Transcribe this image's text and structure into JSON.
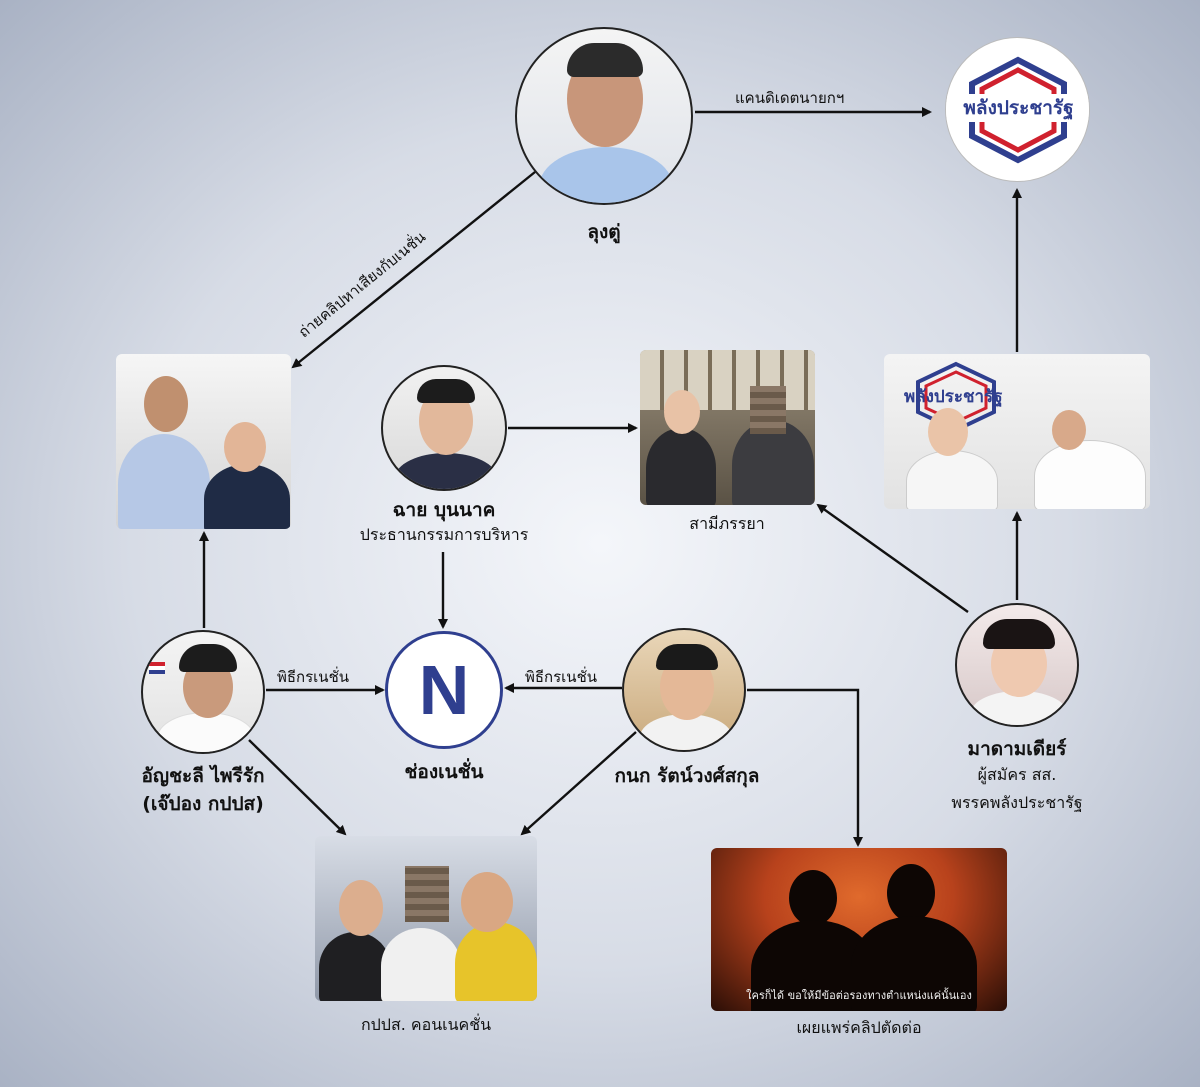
{
  "nodes": {
    "prayut": {
      "name": "ลุงตู่"
    },
    "pprp": {
      "logo_text": "พลังประชารัฐ"
    },
    "chai": {
      "name": "ฉาย บุนนาค",
      "role": "ประธานกรรมการบริหาร"
    },
    "couple": {
      "caption": "สามีภรรยา"
    },
    "madam": {
      "name": "มาดามเดียร์",
      "role_line1": "ผู้สมัคร สส.",
      "role_line2": "พรรคพลังประชารัฐ"
    },
    "nation": {
      "logo_letter": "N",
      "name": "ช่องเนชั่น"
    },
    "anchalee": {
      "name_line1": "อัญชะลี ไพรีรัก",
      "name_line2": "(เจ๊ปอง กปปส)"
    },
    "kanok": {
      "name": "กนก รัตน์วงศ์สกุล"
    },
    "connection": {
      "caption": "กปปส. คอนเนคชั่น"
    },
    "clip": {
      "subtitle": "ใครก็ได้ ขอให้มีข้อต่อรองทางตำแหน่งแค่นั้นเอง",
      "caption": "เผยแพร่คลิปตัดต่อ"
    }
  },
  "edges": {
    "candidate_pm": "แคนดิเดตนายกฯ",
    "clip_talk": "ถ่ายคลิปหาเสียงกับเนชั่น",
    "host_left": "พิธีกรเนชั่น",
    "host_right": "พิธีกรเนชั่น"
  },
  "colors": {
    "arrow": "#111111",
    "brand_blue": "#2f3f8f",
    "brand_red": "#d0212e",
    "clip_bg": "#b8421c"
  }
}
